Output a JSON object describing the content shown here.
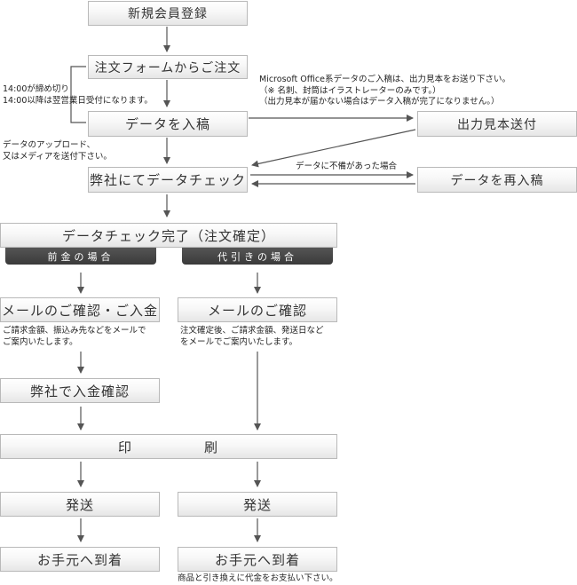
{
  "steps": {
    "registration": "新規会員登録",
    "order_form": "注文フォームからご注文",
    "data_submit": "データを入稿",
    "proof_send": "出力見本送付",
    "data_check": "弊社にてデータチェック",
    "data_resubmit": "データを再入稿",
    "check_complete": "データチェック完了（注文確定）",
    "prepay_header": "前金の場合",
    "cod_header": "代引きの場合",
    "prepay_email": "メールのご確認・ご入金",
    "cod_email": "メールのご確認",
    "payment_confirm": "弊社で入金確認",
    "print_a": "印",
    "print_b": "刷",
    "ship_left": "発送",
    "ship_right": "発送",
    "arrive_left": "お手元へ到着",
    "arrive_right": "お手元へ到着"
  },
  "notes": {
    "deadline_1": "14:00が締め切り",
    "deadline_2": "14:00以降は翌営業日受付になります。",
    "upload_1": "データのアップロード、",
    "upload_2": "又はメディアを送付下さい。",
    "office_1": "Microsoft Office系データのご入稿は、出力見本をお送り下さい。",
    "office_2": "（※ 名刺、封筒はイラストレーターのみです。）",
    "office_3": "（出力見本が届かない場合はデータ入稿が完了になりません。）",
    "incomplete": "データに不備があった場合",
    "prepay_1": "ご請求金額、振込み先などをメールで",
    "prepay_2": "ご案内いたします。",
    "cod_1": "注文確定後、ご請求金額、発送日など",
    "cod_2": "をメールでご案内いたします。",
    "cod_pay": "商品と引き換えに代金をお支払い下さい。"
  },
  "colors": {
    "arrow": "#555555",
    "box_border": "#b9b9b9",
    "header_dark": "#3a3a3a"
  }
}
